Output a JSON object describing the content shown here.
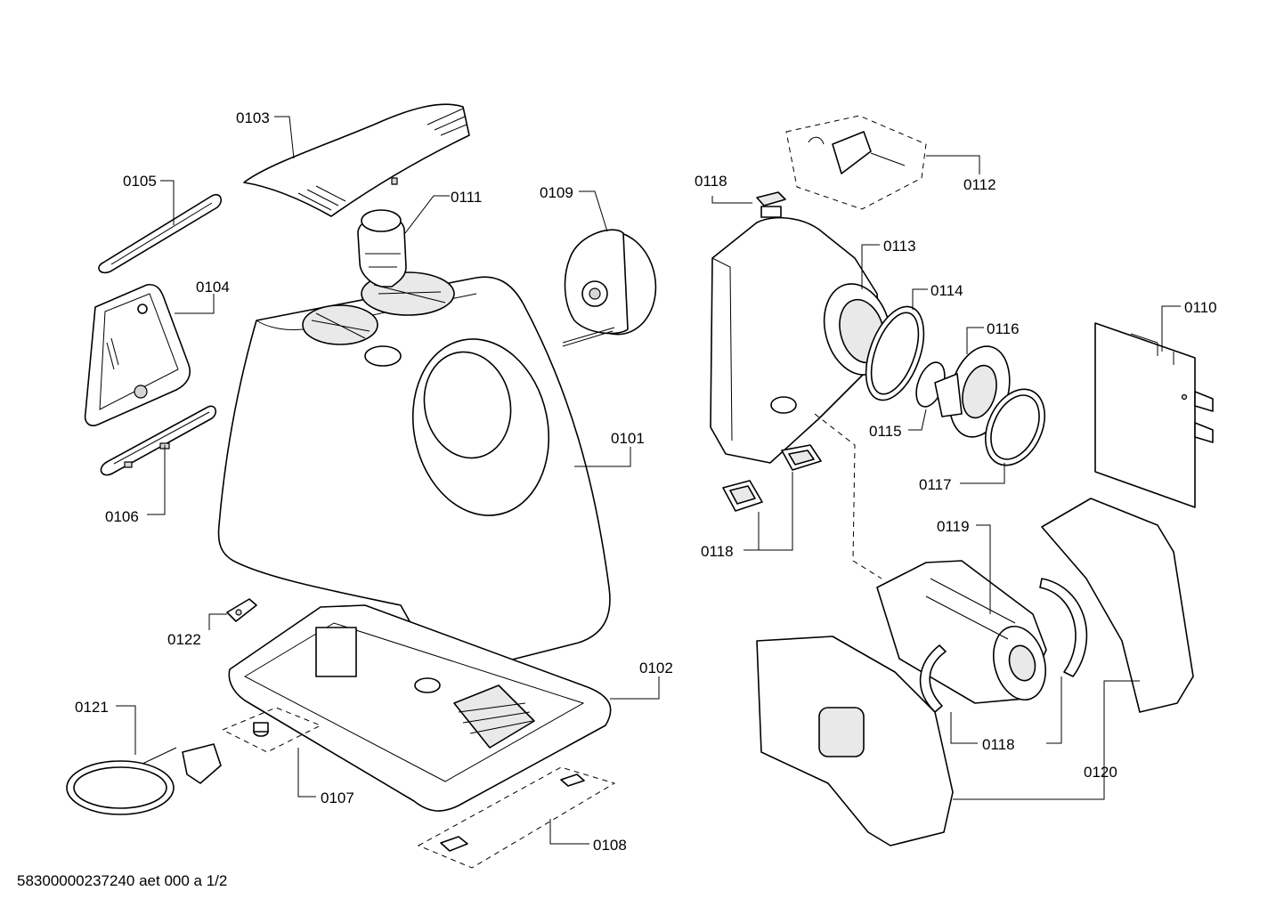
{
  "document_code": "58300000237240 aet 000 a 1/2",
  "parts": {
    "p0101": "0101",
    "p0102": "0102",
    "p0103": "0103",
    "p0104": "0104",
    "p0105": "0105",
    "p0106": "0106",
    "p0107": "0107",
    "p0108": "0108",
    "p0109": "0109",
    "p0110": "0110",
    "p0111": "0111",
    "p0112": "0112",
    "p0113": "0113",
    "p0114": "0114",
    "p0115": "0115",
    "p0116": "0116",
    "p0117": "0117",
    "p0118": "0118",
    "p0119": "0119",
    "p0120": "0120",
    "p0121": "0121",
    "p0122": "0122"
  }
}
